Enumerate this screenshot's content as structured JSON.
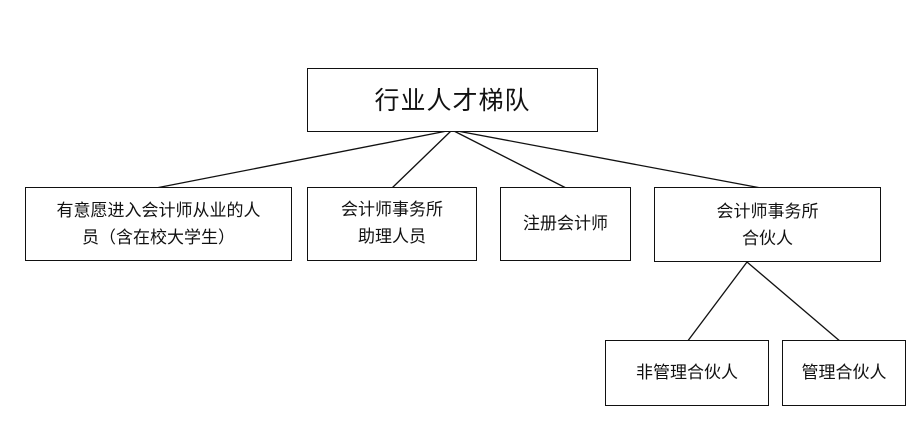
{
  "diagram": {
    "root": {
      "label": "行业人才梯队"
    },
    "level1": [
      {
        "id": "aspirants",
        "label": "有意愿进入会计师从业的人\n员（含在校大学生）"
      },
      {
        "id": "assistants",
        "label": "会计师事务所\n助理人员"
      },
      {
        "id": "cpa",
        "label": "注册会计师"
      },
      {
        "id": "partner",
        "label": "会计师事务所\n合伙人"
      }
    ],
    "level2": [
      {
        "id": "non-managing-partner",
        "label": "非管理合伙人"
      },
      {
        "id": "managing-partner",
        "label": "管理合伙人"
      }
    ]
  }
}
